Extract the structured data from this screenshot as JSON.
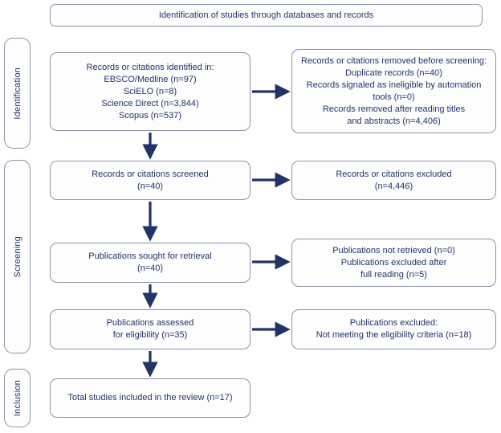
{
  "colors": {
    "navy": "#213468",
    "box_border": "#8b93a4",
    "box_fill": "#fdfdfe",
    "background": "#ffffff"
  },
  "banner": {
    "label": "Identification of studies through databases and records"
  },
  "sidebar": {
    "stages": [
      {
        "label": "Identification"
      },
      {
        "label": "Screening"
      },
      {
        "label": "Inclusion"
      }
    ]
  },
  "flow": {
    "left": [
      {
        "lines": [
          "Records or citations identified in:",
          "EBSCO/Medline (n=97)",
          "SciELO (n=8)",
          "Science Direct (n=3,844)",
          "Scopus (n=537)"
        ]
      },
      {
        "lines": [
          "Records or citations screened",
          "(n=40)"
        ]
      },
      {
        "lines": [
          "Publications sought for retrieval",
          "(n=40)"
        ]
      },
      {
        "lines": [
          "Publications assessed",
          "for eligibility (n=35)"
        ]
      },
      {
        "lines": [
          "Total studies included in the review (n=17)"
        ]
      }
    ],
    "right": [
      {
        "lines": [
          "Records or citations removed before screening:",
          "Duplicate records (n=40)",
          "Records signaled as ineligible by automation",
          "tools (n=0)",
          "Records removed after reading titles",
          "and abstracts (n=4,406)"
        ]
      },
      {
        "lines": [
          "Records or citations excluded",
          "(n=4,446)"
        ]
      },
      {
        "lines": [
          "Publications not retrieved (n=0)",
          "Publications excluded after",
          "full reading (n=5)"
        ]
      },
      {
        "lines": [
          "Publications excluded:",
          "Not meeting the eligibility criteria (n=18)"
        ]
      }
    ]
  }
}
